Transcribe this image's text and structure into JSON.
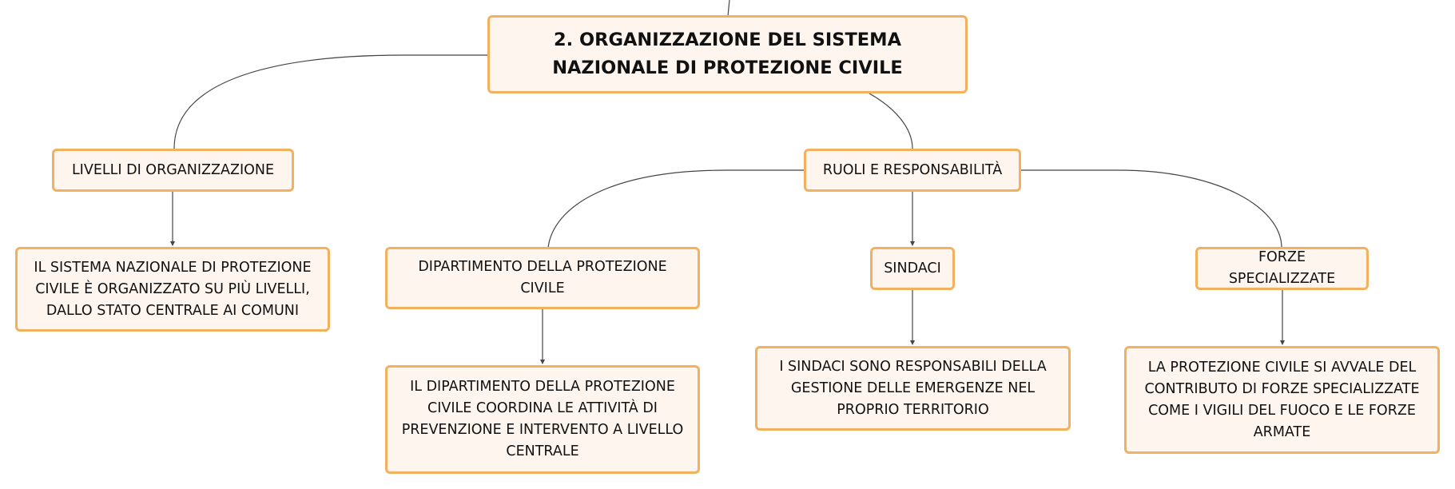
{
  "diagram": {
    "root": {
      "text": "2. ORGANIZZAZIONE DEL SISTEMA NAZIONALE DI PROTEZIONE CIVILE"
    },
    "livelli": {
      "text": "LIVELLI DI ORGANIZZAZIONE"
    },
    "livelli_desc": {
      "text": "IL SISTEMA NAZIONALE DI PROTEZIONE CIVILE È ORGANIZZATO SU PIÙ LIVELLI, DALLO STATO CENTRALE AI COMUNI"
    },
    "ruoli": {
      "text": "RUOLI E RESPONSABILITÀ"
    },
    "dipartimento": {
      "text": "DIPARTIMENTO DELLA PROTEZIONE CIVILE"
    },
    "dipartimento_desc": {
      "text": "IL DIPARTIMENTO DELLA PROTEZIONE CIVILE COORDINA LE ATTIVITÀ DI PREVENZIONE E INTERVENTO A LIVELLO CENTRALE"
    },
    "sindaci": {
      "text": "SINDACI"
    },
    "sindaci_desc": {
      "text": "I SINDACI SONO RESPONSABILI DELLA GESTIONE DELLE EMERGENZE NEL PROPRIO TERRITORIO"
    },
    "forze": {
      "text": "FORZE SPECIALIZZATE"
    },
    "forze_desc": {
      "text": "LA PROTEZIONE CIVILE SI AVVALE DEL CONTRIBUTO DI FORZE SPECIALIZZATE COME I VIGILI DEL FUOCO E LE FORZE ARMATE"
    }
  },
  "colors": {
    "node_border": "#f2b15f",
    "node_fill": "#fdf5ee",
    "connector": "#444444"
  }
}
